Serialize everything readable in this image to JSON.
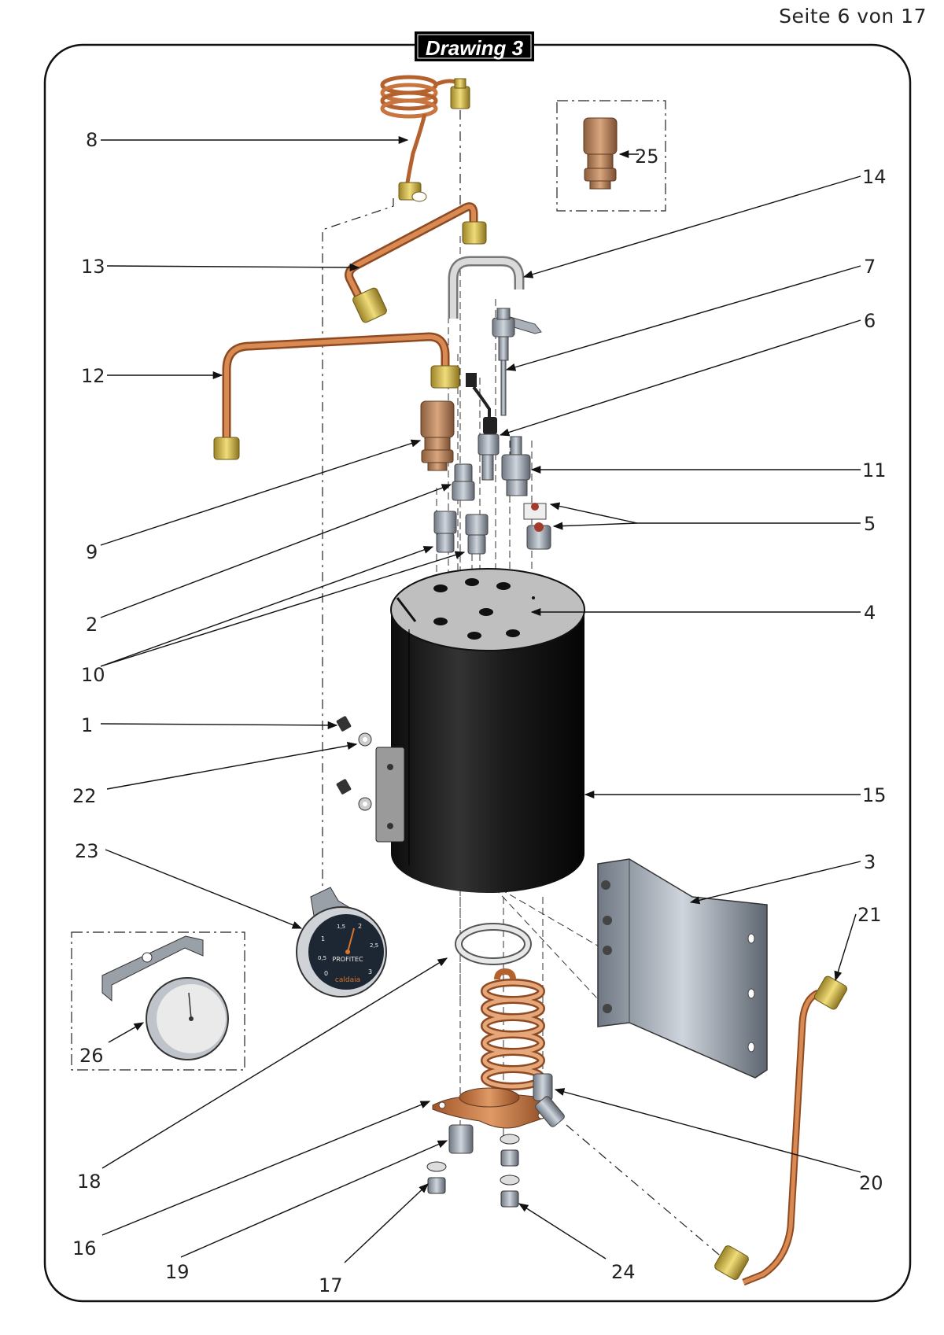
{
  "page_info": "Seite 6 von 17",
  "drawing_title": "Drawing 3",
  "gauge": {
    "brand": "PROFITEC",
    "word": "caldaia",
    "ticks": [
      "0",
      "0,5",
      "1",
      "1,5",
      "2",
      "2,5",
      "3"
    ]
  },
  "callouts": [
    "1",
    "2",
    "3",
    "4",
    "5",
    "6",
    "7",
    "8",
    "9",
    "10",
    "11",
    "12",
    "13",
    "14",
    "15",
    "16",
    "17",
    "18",
    "19",
    "20",
    "21",
    "22",
    "23",
    "24",
    "25",
    "26"
  ],
  "colors": {
    "copper": "#c8733a",
    "brass": "#d6b84a",
    "boiler": "#1c1c1c",
    "steel": "#9a9a9a"
  }
}
